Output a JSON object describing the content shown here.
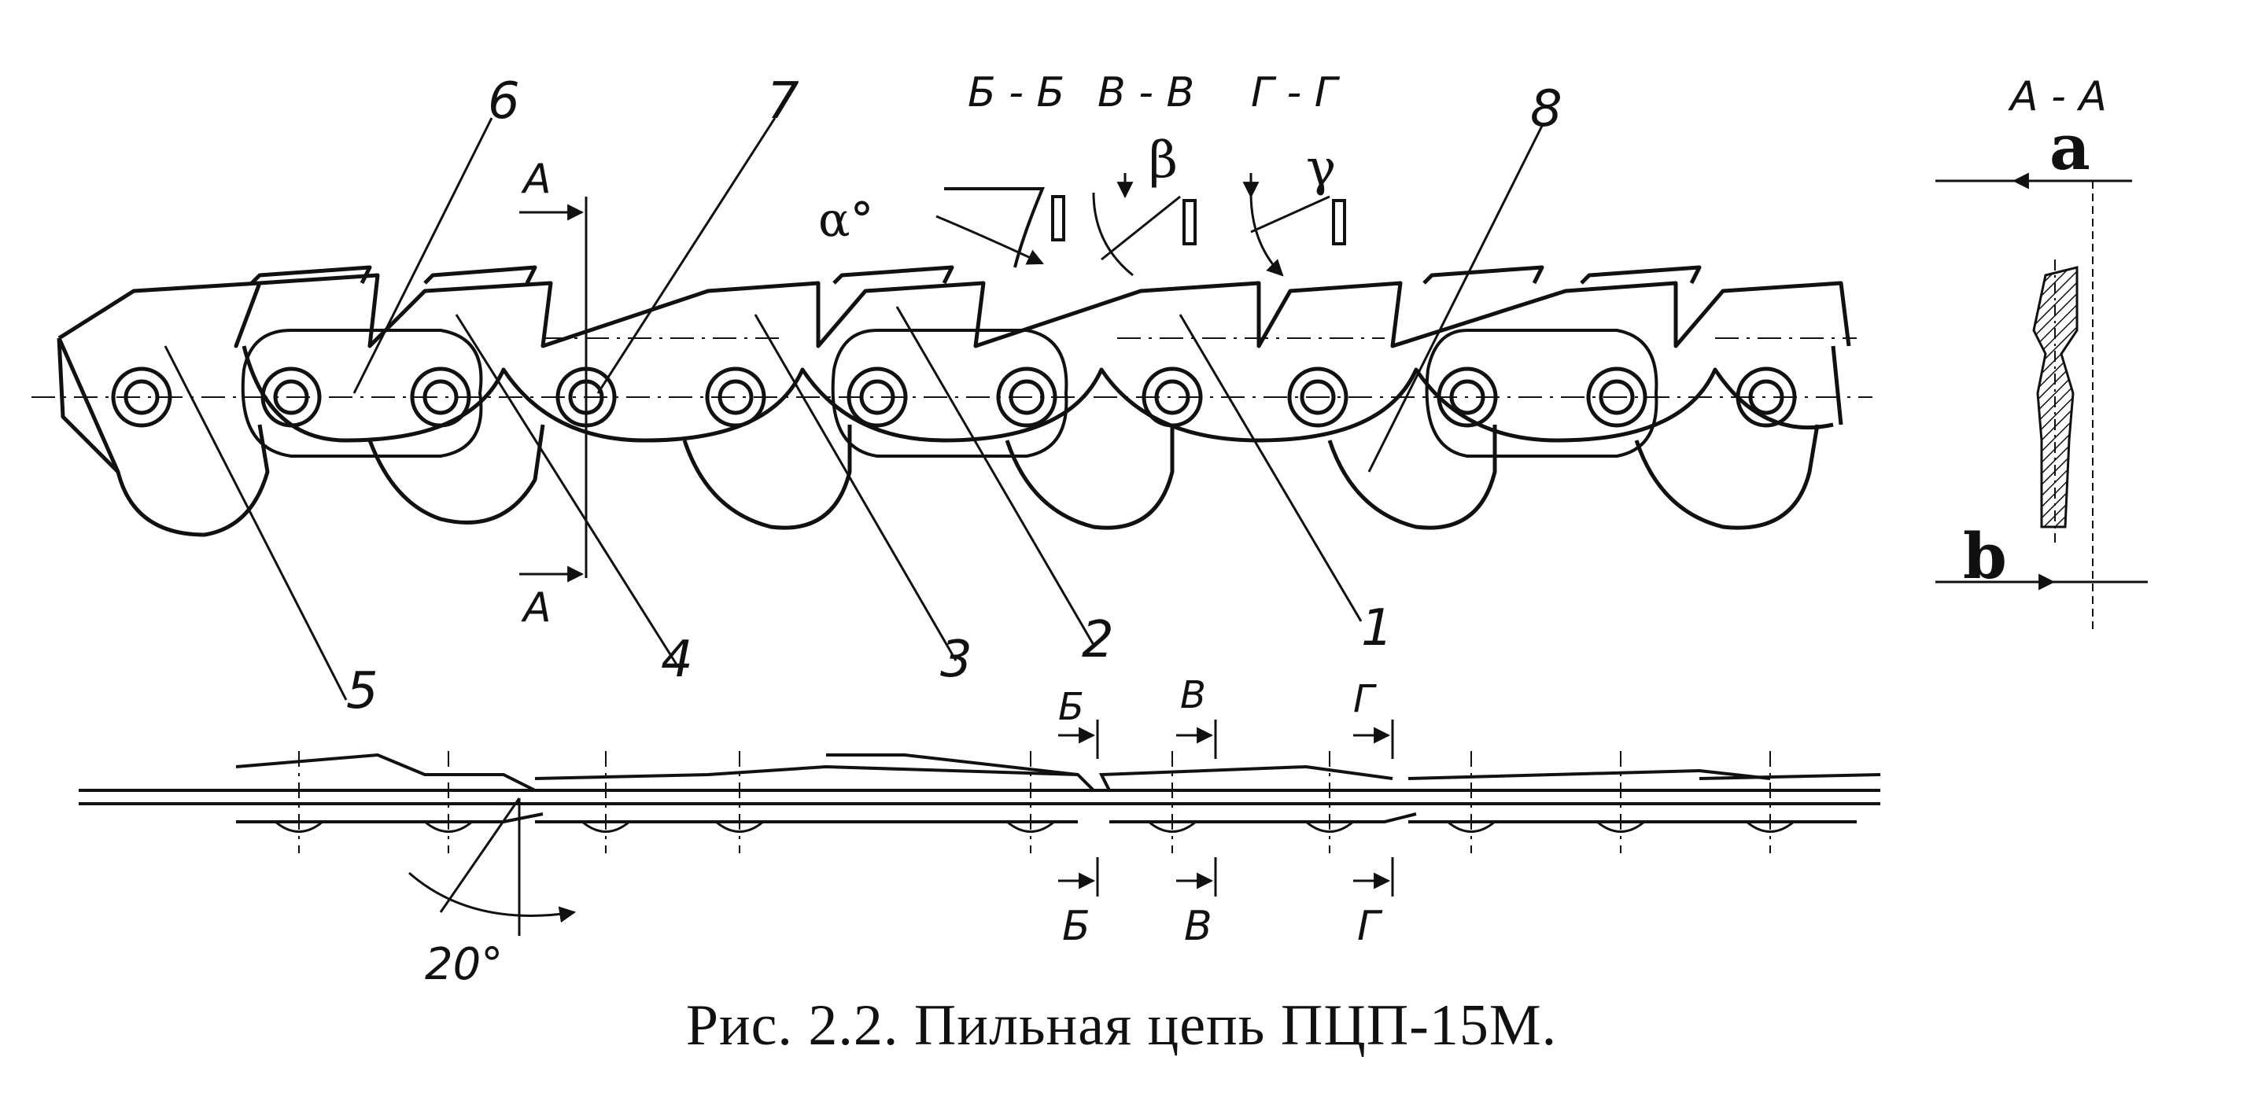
{
  "figure": {
    "caption": "Рис. 2.2. Пильная цепь ПЦП-15М."
  },
  "labels": {
    "part_numbers": [
      "1",
      "2",
      "3",
      "4",
      "5",
      "6",
      "7",
      "8"
    ],
    "section_names": {
      "aa": "А - А",
      "bb": "Б - Б",
      "vv": "В - В",
      "gg": "Г - Г"
    },
    "section_markers": {
      "a": "А",
      "b": "Б",
      "v": "В",
      "g": "Г"
    },
    "angles": {
      "alpha": "α°",
      "beta": "β",
      "gamma": "γ",
      "twenty": "20°"
    },
    "dims": {
      "a": "a",
      "b": "b"
    }
  }
}
